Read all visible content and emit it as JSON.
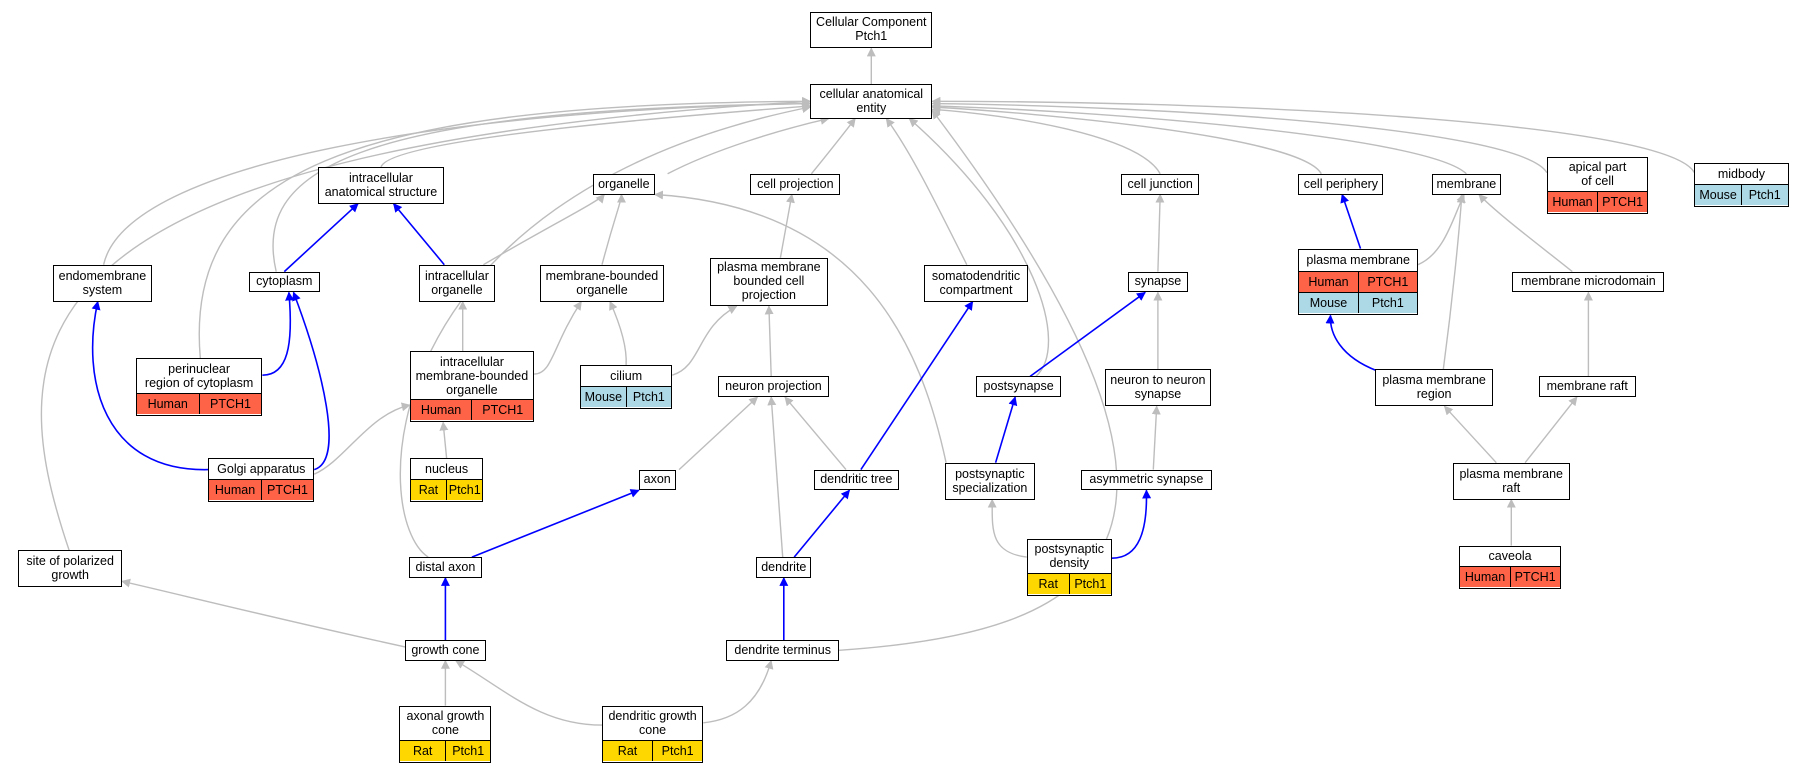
{
  "diagram": {
    "title_node": "Cellular Component\nPtch1",
    "colors": {
      "is_a_edge": "#bdbdbd",
      "part_of_edge": "#0000ff",
      "Human": "#ff6347",
      "Mouse": "#add8e6",
      "Rat": "#ffd700"
    },
    "nodes": [
      {
        "id": "root",
        "label": "Cellular Component\nPtch1"
      },
      {
        "id": "cae",
        "label": "cellular anatomical\nentity"
      },
      {
        "id": "ias",
        "label": "intracellular\nanatomical structure"
      },
      {
        "id": "organelle",
        "label": "organelle"
      },
      {
        "id": "cellproj",
        "label": "cell projection"
      },
      {
        "id": "celljunction",
        "label": "cell junction"
      },
      {
        "id": "cellperiphery",
        "label": "cell periphery"
      },
      {
        "id": "membrane",
        "label": "membrane"
      },
      {
        "id": "apical",
        "label": "apical part\nof cell",
        "annotations": [
          {
            "species": "Human",
            "gene": "PTCH1"
          }
        ]
      },
      {
        "id": "midbody",
        "label": "midbody",
        "annotations": [
          {
            "species": "Mouse",
            "gene": "Ptch1"
          }
        ]
      },
      {
        "id": "endomem",
        "label": "endomembrane\nsystem"
      },
      {
        "id": "cytoplasm",
        "label": "cytoplasm"
      },
      {
        "id": "intorg",
        "label": "intracellular\norganelle"
      },
      {
        "id": "mbo",
        "label": "membrane-bounded\norganelle"
      },
      {
        "id": "pmbcp",
        "label": "plasma membrane\nbounded cell\nprojection"
      },
      {
        "id": "somato",
        "label": "somatodendritic\ncompartment"
      },
      {
        "id": "synapse",
        "label": "synapse"
      },
      {
        "id": "pm",
        "label": "plasma membrane",
        "annotations": [
          {
            "species": "Human",
            "gene": "PTCH1"
          },
          {
            "species": "Mouse",
            "gene": "Ptch1"
          }
        ]
      },
      {
        "id": "memmicro",
        "label": "membrane microdomain"
      },
      {
        "id": "perinuc",
        "label": "perinuclear\nregion of cytoplasm",
        "annotations": [
          {
            "species": "Human",
            "gene": "PTCH1"
          }
        ]
      },
      {
        "id": "imbo",
        "label": "intracellular\nmembrane-bounded\norganelle",
        "annotations": [
          {
            "species": "Human",
            "gene": "PTCH1"
          }
        ]
      },
      {
        "id": "cilium",
        "label": "cilium",
        "annotations": [
          {
            "species": "Mouse",
            "gene": "Ptch1"
          }
        ]
      },
      {
        "id": "neuronproj",
        "label": "neuron projection"
      },
      {
        "id": "postsynapse",
        "label": "postsynapse"
      },
      {
        "id": "n2n",
        "label": "neuron to neuron\nsynapse"
      },
      {
        "id": "pmregion",
        "label": "plasma membrane\nregion"
      },
      {
        "id": "memraft",
        "label": "membrane raft"
      },
      {
        "id": "golgi",
        "label": "Golgi apparatus",
        "annotations": [
          {
            "species": "Human",
            "gene": "PTCH1"
          }
        ]
      },
      {
        "id": "nucleus",
        "label": "nucleus",
        "annotations": [
          {
            "species": "Rat",
            "gene": "Ptch1"
          }
        ]
      },
      {
        "id": "axon",
        "label": "axon"
      },
      {
        "id": "dendtree",
        "label": "dendritic tree"
      },
      {
        "id": "pss",
        "label": "postsynaptic\nspecialization"
      },
      {
        "id": "asym",
        "label": "asymmetric synapse"
      },
      {
        "id": "pmraft",
        "label": "plasma membrane\nraft"
      },
      {
        "id": "sopg",
        "label": "site of polarized\ngrowth"
      },
      {
        "id": "distalaxon",
        "label": "distal axon"
      },
      {
        "id": "dendrite",
        "label": "dendrite"
      },
      {
        "id": "psd",
        "label": "postsynaptic\ndensity",
        "annotations": [
          {
            "species": "Rat",
            "gene": "Ptch1"
          }
        ]
      },
      {
        "id": "caveola",
        "label": "caveola",
        "annotations": [
          {
            "species": "Human",
            "gene": "PTCH1"
          }
        ]
      },
      {
        "id": "growthcone",
        "label": "growth cone"
      },
      {
        "id": "dendterm",
        "label": "dendrite terminus"
      },
      {
        "id": "agc",
        "label": "axonal growth\ncone",
        "annotations": [
          {
            "species": "Rat",
            "gene": "Ptch1"
          }
        ]
      },
      {
        "id": "dgc",
        "label": "dendritic growth\ncone",
        "annotations": [
          {
            "species": "Rat",
            "gene": "Ptch1"
          }
        ]
      }
    ],
    "edges": [
      {
        "from": "cae",
        "to": "root",
        "kind": "is_a"
      },
      {
        "from": "ias",
        "to": "cae",
        "kind": "is_a"
      },
      {
        "from": "organelle",
        "to": "cae",
        "kind": "is_a"
      },
      {
        "from": "cellproj",
        "to": "cae",
        "kind": "is_a"
      },
      {
        "from": "celljunction",
        "to": "cae",
        "kind": "is_a"
      },
      {
        "from": "cellperiphery",
        "to": "cae",
        "kind": "is_a"
      },
      {
        "from": "membrane",
        "to": "cae",
        "kind": "is_a"
      },
      {
        "from": "apical",
        "to": "cae",
        "kind": "is_a"
      },
      {
        "from": "midbody",
        "to": "cae",
        "kind": "is_a"
      },
      {
        "from": "endomem",
        "to": "cae",
        "kind": "is_a"
      },
      {
        "from": "cytoplasm",
        "to": "cae",
        "kind": "is_a"
      },
      {
        "from": "perinuc",
        "to": "cae",
        "kind": "is_a"
      },
      {
        "from": "somato",
        "to": "cae",
        "kind": "is_a"
      },
      {
        "from": "sopg",
        "to": "cae",
        "kind": "is_a"
      },
      {
        "from": "distalaxon",
        "to": "cae",
        "kind": "is_a"
      },
      {
        "from": "dendterm",
        "to": "cae",
        "kind": "is_a"
      },
      {
        "from": "postsynapse",
        "to": "cae",
        "kind": "is_a"
      },
      {
        "from": "cytoplasm",
        "to": "ias",
        "kind": "part_of"
      },
      {
        "from": "intorg",
        "to": "ias",
        "kind": "part_of"
      },
      {
        "from": "intorg",
        "to": "organelle",
        "kind": "is_a"
      },
      {
        "from": "mbo",
        "to": "organelle",
        "kind": "is_a"
      },
      {
        "from": "pss",
        "to": "organelle",
        "kind": "is_a"
      },
      {
        "from": "pmbcp",
        "to": "cellproj",
        "kind": "is_a"
      },
      {
        "from": "synapse",
        "to": "celljunction",
        "kind": "is_a"
      },
      {
        "from": "pm",
        "to": "cellperiphery",
        "kind": "part_of"
      },
      {
        "from": "pm",
        "to": "membrane",
        "kind": "is_a"
      },
      {
        "from": "pmregion",
        "to": "membrane",
        "kind": "is_a"
      },
      {
        "from": "memmicro",
        "to": "membrane",
        "kind": "is_a"
      },
      {
        "from": "perinuc",
        "to": "cytoplasm",
        "kind": "part_of"
      },
      {
        "from": "golgi",
        "to": "cytoplasm",
        "kind": "part_of"
      },
      {
        "from": "golgi",
        "to": "endomem",
        "kind": "part_of"
      },
      {
        "from": "imbo",
        "to": "intorg",
        "kind": "is_a"
      },
      {
        "from": "imbo",
        "to": "mbo",
        "kind": "is_a"
      },
      {
        "from": "cilium",
        "to": "mbo",
        "kind": "is_a"
      },
      {
        "from": "cilium",
        "to": "pmbcp",
        "kind": "is_a"
      },
      {
        "from": "neuronproj",
        "to": "pmbcp",
        "kind": "is_a"
      },
      {
        "from": "dendtree",
        "to": "somato",
        "kind": "part_of"
      },
      {
        "from": "postsynapse",
        "to": "synapse",
        "kind": "part_of"
      },
      {
        "from": "n2n",
        "to": "synapse",
        "kind": "is_a"
      },
      {
        "from": "pmregion",
        "to": "pm",
        "kind": "part_of"
      },
      {
        "from": "memraft",
        "to": "memmicro",
        "kind": "is_a"
      },
      {
        "from": "golgi",
        "to": "imbo",
        "kind": "is_a"
      },
      {
        "from": "nucleus",
        "to": "imbo",
        "kind": "is_a"
      },
      {
        "from": "axon",
        "to": "neuronproj",
        "kind": "is_a"
      },
      {
        "from": "dendtree",
        "to": "neuronproj",
        "kind": "is_a"
      },
      {
        "from": "dendrite",
        "to": "neuronproj",
        "kind": "is_a"
      },
      {
        "from": "pss",
        "to": "postsynapse",
        "kind": "part_of"
      },
      {
        "from": "asym",
        "to": "n2n",
        "kind": "is_a"
      },
      {
        "from": "pmraft",
        "to": "pmregion",
        "kind": "is_a"
      },
      {
        "from": "pmraft",
        "to": "memraft",
        "kind": "is_a"
      },
      {
        "from": "distalaxon",
        "to": "axon",
        "kind": "part_of"
      },
      {
        "from": "dendrite",
        "to": "dendtree",
        "kind": "part_of"
      },
      {
        "from": "psd",
        "to": "pss",
        "kind": "is_a"
      },
      {
        "from": "psd",
        "to": "asym",
        "kind": "part_of"
      },
      {
        "from": "caveola",
        "to": "pmraft",
        "kind": "is_a"
      },
      {
        "from": "growthcone",
        "to": "sopg",
        "kind": "is_a"
      },
      {
        "from": "growthcone",
        "to": "distalaxon",
        "kind": "part_of"
      },
      {
        "from": "dendterm",
        "to": "dendrite",
        "kind": "part_of"
      },
      {
        "from": "agc",
        "to": "growthcone",
        "kind": "is_a"
      },
      {
        "from": "dgc",
        "to": "growthcone",
        "kind": "is_a"
      },
      {
        "from": "dgc",
        "to": "dendterm",
        "kind": "is_a"
      }
    ]
  }
}
